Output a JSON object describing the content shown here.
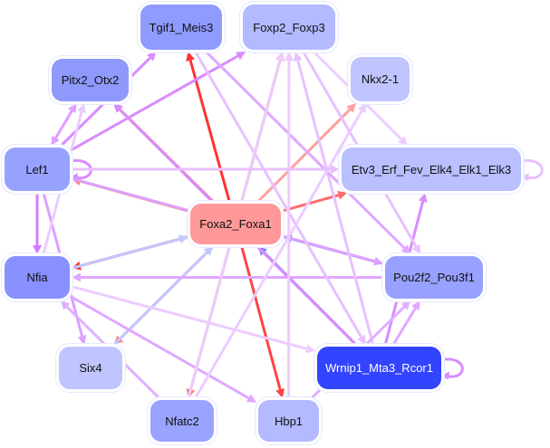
{
  "nodes": [
    {
      "id": "tgif1",
      "label": "Tgif1_Meis3",
      "color": "#8f9bff",
      "text": "#111111"
    },
    {
      "id": "foxp2",
      "label": "Foxp2_Foxp3",
      "color": "#b3baff",
      "text": "#111111"
    },
    {
      "id": "pitx2",
      "label": "Pitx2_Otx2",
      "color": "#8f99fb",
      "text": "#111111"
    },
    {
      "id": "nkx2",
      "label": "Nkx2-1",
      "color": "#c0c4ff",
      "text": "#111111"
    },
    {
      "id": "lef1",
      "label": "Lef1",
      "color": "#97a2ff",
      "text": "#111111"
    },
    {
      "id": "etv3",
      "label": "Etv3_Erf_Fev_Elk4_Elk1_Elk3",
      "color": "#b9bfff",
      "text": "#111111"
    },
    {
      "id": "foxa2",
      "label": "Foxa2_Foxa1",
      "color": "#ff9999",
      "text": "#111111"
    },
    {
      "id": "nfia",
      "label": "Nfia",
      "color": "#8891ff",
      "text": "#111111"
    },
    {
      "id": "pou2f2",
      "label": "Pou2f2_Pou3f1",
      "color": "#98a1ff",
      "text": "#111111"
    },
    {
      "id": "six4",
      "label": "Six4",
      "color": "#c0c4ff",
      "text": "#111111"
    },
    {
      "id": "wrnip1",
      "label": "Wrnip1_Mta3_Rcor1",
      "color": "#3344ff",
      "text": "#ffffff"
    },
    {
      "id": "nfatc2",
      "label": "Nfatc2",
      "color": "#9aa3ff",
      "text": "#111111"
    },
    {
      "id": "hbp1",
      "label": "Hbp1",
      "color": "#b3baff",
      "text": "#111111"
    }
  ],
  "edges": [
    {
      "s": "foxa2",
      "t": "tgif1",
      "color": "#ff3333"
    },
    {
      "s": "foxa2",
      "t": "foxp2",
      "color": "#ff5555"
    },
    {
      "s": "foxa2",
      "t": "pitx2",
      "color": "#ff6666"
    },
    {
      "s": "foxa2",
      "t": "lef1",
      "color": "#ff8080"
    },
    {
      "s": "foxa2",
      "t": "etv3",
      "color": "#ff6b6b"
    },
    {
      "s": "foxa2",
      "t": "nkx2",
      "color": "#ff9f9f"
    },
    {
      "s": "foxa2",
      "t": "nfia",
      "color": "#ff3333"
    },
    {
      "s": "foxa2",
      "t": "six4",
      "color": "#ff8888"
    },
    {
      "s": "foxa2",
      "t": "nfatc2",
      "color": "#ff8080"
    },
    {
      "s": "foxa2",
      "t": "hbp1",
      "color": "#ff4444"
    },
    {
      "s": "nfia",
      "t": "foxa2",
      "color": "#c0c8ff"
    },
    {
      "s": "six4",
      "t": "foxa2",
      "color": "#c0c8ff"
    },
    {
      "s": "pou2f2",
      "t": "foxa2",
      "color": "#8f99ff"
    },
    {
      "s": "wrnip1",
      "t": "foxa2",
      "color": "#7788ff"
    },
    {
      "s": "lef1",
      "t": "tgif1",
      "color": "#d88cff"
    },
    {
      "s": "lef1",
      "t": "foxp2",
      "color": "#d88cff"
    },
    {
      "s": "lef1",
      "t": "lef1",
      "color": "#d88cff"
    },
    {
      "s": "lef1",
      "t": "nfia",
      "color": "#d07cff"
    },
    {
      "s": "lef1",
      "t": "pitx2",
      "color": "#e0a0ff"
    },
    {
      "s": "pitx2",
      "t": "lef1",
      "color": "#e0a0ff"
    },
    {
      "s": "lef1",
      "t": "six4",
      "color": "#dca0ff"
    },
    {
      "s": "lef1",
      "t": "pou2f2",
      "color": "#dca0ff"
    },
    {
      "s": "nfia",
      "t": "pitx2",
      "color": "#ecccff"
    },
    {
      "s": "nfia",
      "t": "wrnip1",
      "color": "#ecccff"
    },
    {
      "s": "nfia",
      "t": "hbp1",
      "color": "#e0a8ff"
    },
    {
      "s": "pou2f2",
      "t": "nfia",
      "color": "#e0a8ff"
    },
    {
      "s": "wrnip1",
      "t": "pitx2",
      "color": "#d88cff"
    },
    {
      "s": "wrnip1",
      "t": "etv3",
      "color": "#d88cff"
    },
    {
      "s": "wrnip1",
      "t": "pou2f2",
      "color": "#e0a8ff"
    },
    {
      "s": "wrnip1",
      "t": "foxp2",
      "color": "#e8c0ff"
    },
    {
      "s": "wrnip1",
      "t": "wrnip1",
      "color": "#d88cff"
    },
    {
      "s": "tgif1",
      "t": "wrnip1",
      "color": "#e8c0ff"
    },
    {
      "s": "tgif1",
      "t": "pou2f2",
      "color": "#e0a8ff"
    },
    {
      "s": "hbp1",
      "t": "foxp2",
      "color": "#ecccff"
    },
    {
      "s": "hbp1",
      "t": "pou2f2",
      "color": "#e0b0ff"
    },
    {
      "s": "nfatc2",
      "t": "foxp2",
      "color": "#ecccff"
    },
    {
      "s": "nfatc2",
      "t": "nkx2",
      "color": "#ecccff"
    },
    {
      "s": "nfatc2",
      "t": "nfia",
      "color": "#e0b0ff"
    },
    {
      "s": "foxp2",
      "t": "etv3",
      "color": "#ecccff"
    },
    {
      "s": "foxp2",
      "t": "pou2f2",
      "color": "#e8c0ff"
    },
    {
      "s": "etv3",
      "t": "etv3",
      "color": "#e8c0ff"
    },
    {
      "s": "lef1",
      "t": "etv3",
      "color": "#e8c0ff"
    }
  ]
}
